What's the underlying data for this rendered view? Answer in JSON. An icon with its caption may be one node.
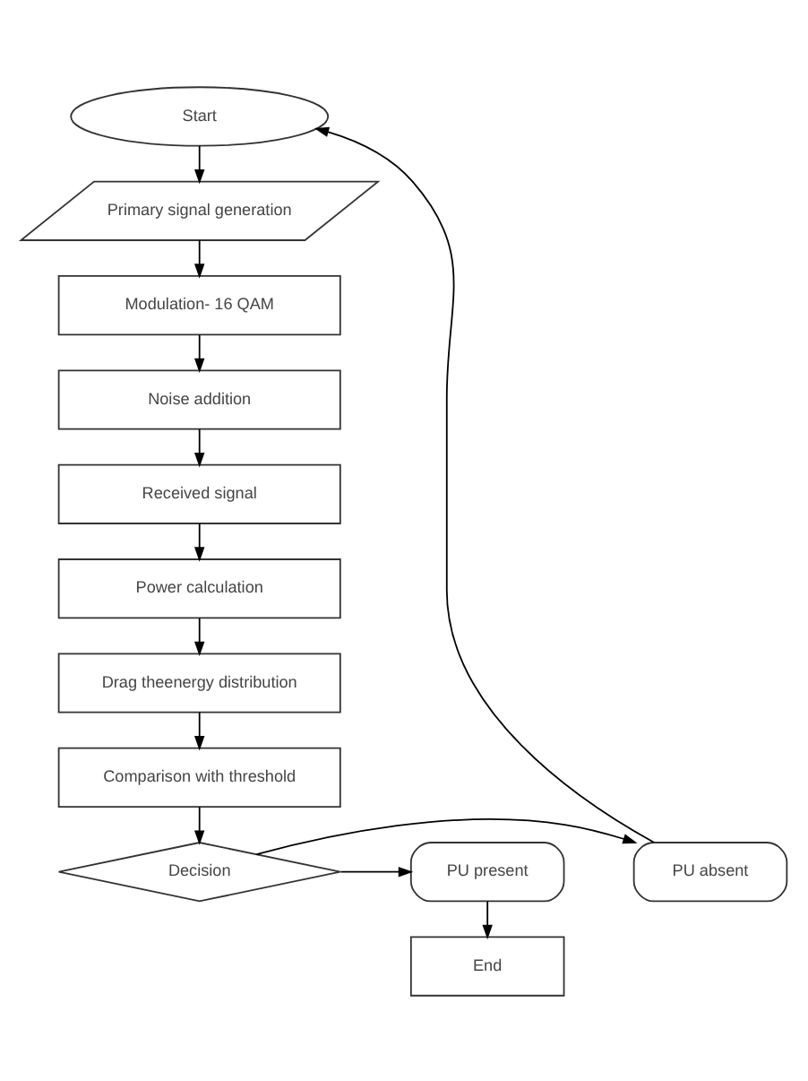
{
  "diagram": {
    "nodes": [
      {
        "text": [
          "Start"
        ]
      },
      {
        "text": [
          "Primary signal generation"
        ]
      },
      {
        "text": [
          "Modulation- 16 QAM"
        ]
      },
      {
        "text": [
          "Noise addition"
        ]
      },
      {
        "text": [
          "Received signal"
        ]
      },
      {
        "text": [
          "Power calculation"
        ]
      },
      {
        "text": [
          "Drag theenergy distribution"
        ]
      },
      {
        "text": [
          "Comparison with threshold"
        ]
      },
      {
        "text": [
          "Decision"
        ]
      },
      {
        "text": [
          "PU absent"
        ]
      },
      {
        "text": [
          "PU present"
        ]
      },
      {
        "text": [
          "End"
        ]
      }
    ],
    "edges": [
      {
        "from": 0,
        "to": 1,
        "arrow": "to"
      },
      {
        "from": 1,
        "to": 2,
        "arrow": "to"
      },
      {
        "from": 2,
        "to": 3,
        "arrow": "to"
      },
      {
        "from": 3,
        "to": 4,
        "arrow": "to"
      },
      {
        "from": 4,
        "to": 5,
        "arrow": "to"
      },
      {
        "from": 5,
        "to": 6,
        "arrow": "to"
      },
      {
        "from": 6,
        "to": 7,
        "arrow": "to"
      },
      {
        "from": 7,
        "to": 8,
        "arrow": "to"
      },
      {
        "from": 8,
        "to": 9,
        "arrow": "to"
      },
      {
        "from": 8,
        "to": 10,
        "arrow": "to"
      },
      {
        "from": 10,
        "to": 11,
        "arrow": "to"
      },
      {
        "from": 9,
        "to": 0,
        "arrow": "to"
      }
    ]
  }
}
